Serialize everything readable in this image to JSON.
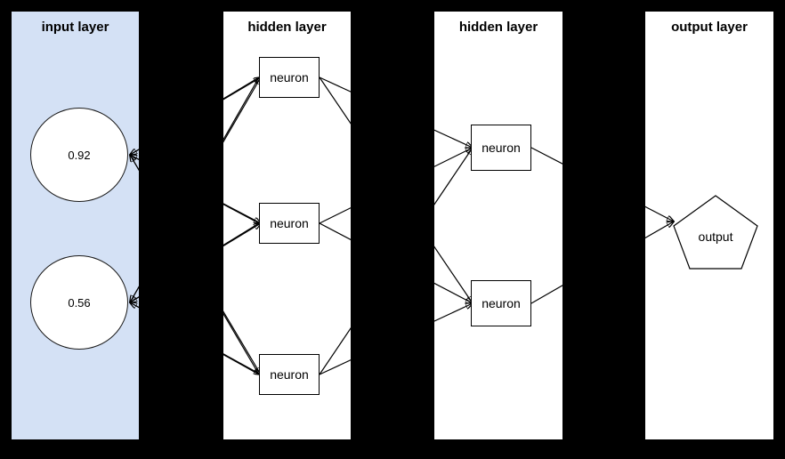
{
  "diagram": {
    "type": "neural-network-architecture",
    "background_color": "#000000",
    "title": "",
    "layers": [
      {
        "id": "input",
        "title": "input layer",
        "panel_fill": "#d4e1f5",
        "node_shape": "circle",
        "nodes": [
          {
            "label": "0.92"
          },
          {
            "label": "0.56"
          }
        ]
      },
      {
        "id": "hidden-1",
        "title": "hidden layer",
        "panel_fill": "#ffffff",
        "node_shape": "rectangle",
        "nodes": [
          {
            "label": "neuron"
          },
          {
            "label": "neuron"
          },
          {
            "label": "neuron"
          }
        ]
      },
      {
        "id": "hidden-2",
        "title": "hidden layer",
        "panel_fill": "#ffffff",
        "node_shape": "rectangle",
        "nodes": [
          {
            "label": "neuron"
          },
          {
            "label": "neuron"
          }
        ]
      },
      {
        "id": "output",
        "title": "output layer",
        "panel_fill": "#ffffff",
        "node_shape": "pentagon",
        "nodes": [
          {
            "label": "output"
          }
        ]
      }
    ],
    "edge_style": {
      "stroke": "#000000",
      "arrowhead": "filled-triangle"
    }
  }
}
